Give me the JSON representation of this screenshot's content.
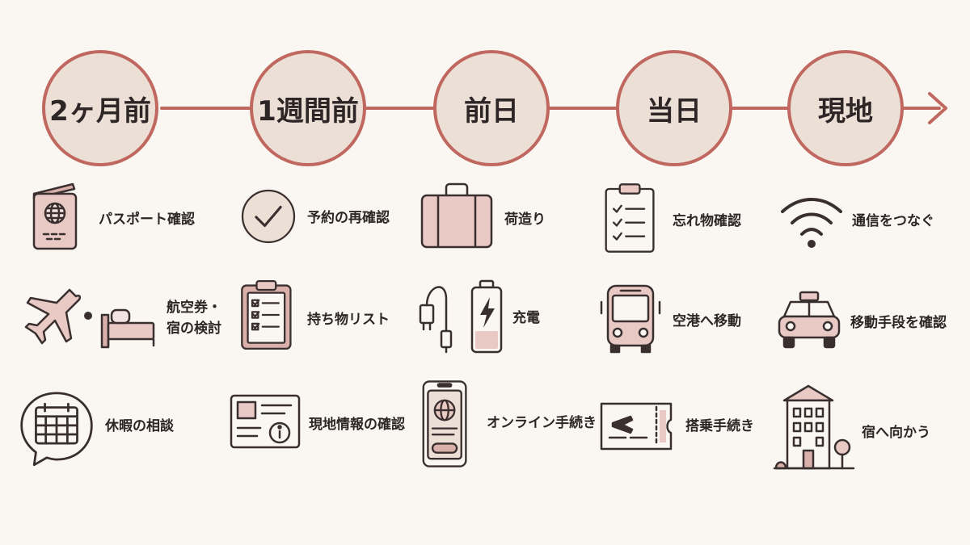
{
  "colors": {
    "background": "#faf7f3",
    "accent": "#c0685f",
    "stage_fill": "#ebdfd6",
    "icon_fill": "#e8c9c4",
    "icon_stroke": "#3a2f2f",
    "text": "#2e2626"
  },
  "stages": [
    {
      "label": "2ヶ月前"
    },
    {
      "label": "1週間前"
    },
    {
      "label": "前日"
    },
    {
      "label": "当日"
    },
    {
      "label": "現地"
    }
  ],
  "tasks": {
    "two_months": [
      {
        "label": "パスポート確認",
        "icon": "passport-icon"
      },
      {
        "label_line1": "航空券・",
        "label_line2": "宿の検討",
        "icon": "airplane-icon",
        "icon2": "bed-icon"
      },
      {
        "label": "休暇の相談",
        "icon": "calendar-bubble-icon"
      }
    ],
    "one_week": [
      {
        "label": "予約の再確認",
        "icon": "check-circle-icon"
      },
      {
        "label": "持ち物リスト",
        "icon": "clipboard-checklist-icon"
      },
      {
        "label": "現地情報の確認",
        "icon": "info-card-icon"
      }
    ],
    "day_before": [
      {
        "label": "荷造り",
        "icon": "suitcase-icon"
      },
      {
        "label": "充電",
        "icon": "charger-battery-icon"
      },
      {
        "label": "オンライン手続き",
        "icon": "smartphone-globe-icon"
      }
    ],
    "same_day": [
      {
        "label": "忘れ物確認",
        "icon": "checklist-icon"
      },
      {
        "label": "空港へ移動",
        "icon": "bus-icon"
      },
      {
        "label": "搭乗手続き",
        "icon": "boarding-pass-icon"
      }
    ],
    "destination": [
      {
        "label": "通信をつなぐ",
        "icon": "wifi-icon"
      },
      {
        "label": "移動手段を確認",
        "icon": "taxi-icon"
      },
      {
        "label": "宿へ向かう",
        "icon": "hotel-icon"
      }
    ]
  }
}
